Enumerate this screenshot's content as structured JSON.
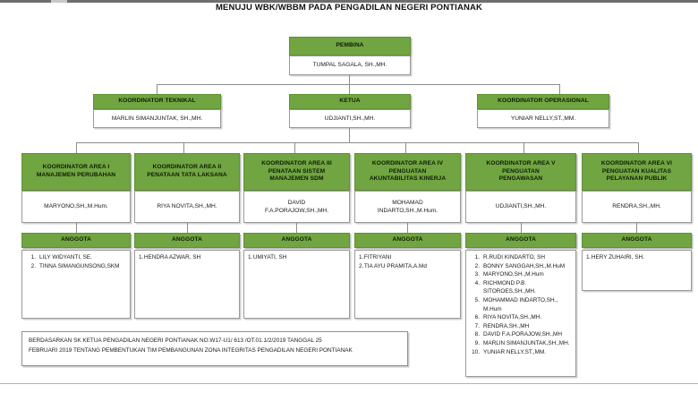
{
  "page": {
    "title": "MENUJU WBK/WBBM PADA PENGADILAN NEGERI PONTIANAK",
    "accent_color": "#70A541",
    "box_border_color": "#9A9A9A",
    "line_color": "#8C8C8C"
  },
  "nodes": {
    "pembina": {
      "role": "PEMBINA",
      "name": "TUMPAL SAGALA, SH.,MH."
    },
    "koordinator_teknikal": {
      "role": "KOORDINATOR TEKNIKAL",
      "name": "MARLIN SIMANJUNTAK, SH.,MH."
    },
    "ketua": {
      "role": "KETUA",
      "name": "UDJIANTI,SH.,MH."
    },
    "koordinator_operasional": {
      "role": "KOORDINATOR OPERASIONAL",
      "name": "YUNIAR NELLY,ST.,MM."
    }
  },
  "areas": [
    {
      "role": "KOORDINATOR AREA  I\nMANAJEMEN PERUBAHAN",
      "name": "MARYONO,SH.,M.Hum.",
      "members_label": "ANGGOTA",
      "members": [
        "LILY WIDYANTI, SE.",
        "TINNA SIMANGUNSONG,SKM"
      ]
    },
    {
      "role": "KOORDINATOR AREA II\nPENATAAN TATA LAKSANA",
      "name": "RIYA NOVITA,SH.,MH.",
      "members_label": "ANGGOTA",
      "members": [
        "HENDRA AZWAR, SH"
      ]
    },
    {
      "role": "KOORDINATOR AREA III\nPENATAAN SISTEM\nMANAJEMEN SDM",
      "name": "DAVID\nF.A.PORAJOW,SH.,MH.",
      "members_label": "ANGGOTA",
      "members": [
        "UMIYATI, SH"
      ]
    },
    {
      "role": "KOORDINATOR AREA IV\nPENGUATAN\nAKUNTABILITAS KINERJA",
      "name": "MOHAMAD\nINDARTO,SH.,M.Hum.",
      "members_label": "ANGGOTA",
      "members": [
        "FITRIYANI",
        "TIA AYU PRAMITA,A.Md"
      ]
    },
    {
      "role": "KOORDINATOR AREA V\nPENGUATAN\nPENGAWASAN",
      "name": "UDJIANTI,SH.,MH.",
      "members_label": "ANGGOTA",
      "members": [
        "R.RUDI KINDARTO, SH",
        "BONNY SANGGAH,SH.,M.HuM",
        "MARYONO,SH.,M.Hum",
        "RICHMOND P.B. SITOROES,SH.,MH.",
        "MOHAMMAD INDARTO,SH., M.Hum",
        "RIYA NOVITA,SH.,MH.",
        "RENDRA,SH.,MH",
        "DAVID F.A.PORAJOW,SH.,MH",
        "MARLIN SIMANJUNTAK,SH.,MH.",
        "YUNIAR NELLY,ST.,MM."
      ]
    },
    {
      "role": "KOORDINATOR AREA VI\nPENGUATAN KUALITAS\nPELAYANAN PUBLIK",
      "name": "RENDRA,SH.,MH.",
      "members_label": "ANGGOTA",
      "members": [
        "HERY ZUHAIRI, SH."
      ]
    }
  ],
  "footer": {
    "note": "BERDASARKAN SK KETUA PENGADILAN NEGERI PONTIANAK NO.W17-U1/  613 /OT.01.1/2/2019  TANGGAL 25\nFEBRUARI 2019 TENTANG PEMBENTUKAN TIM PEMBANGUNAN ZONA INTEGRITAS PENGADILAN NEGERI PONTIANAK"
  }
}
